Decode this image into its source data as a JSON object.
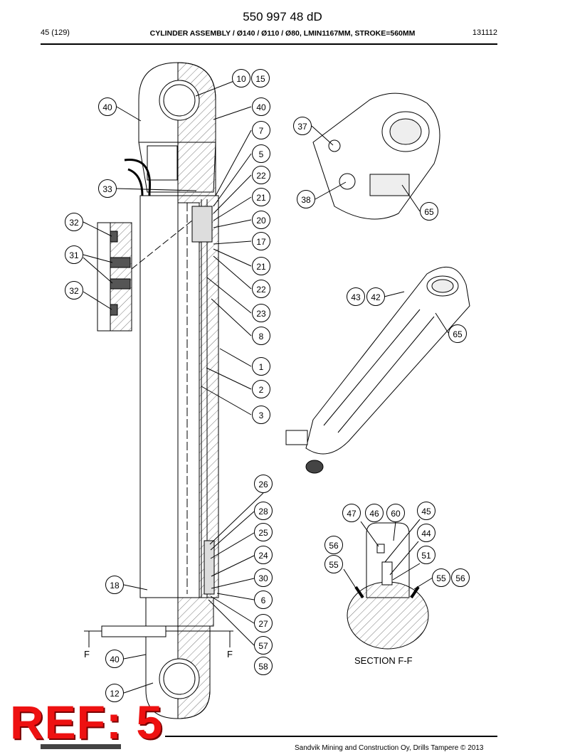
{
  "header": {
    "doc_number": "550 997 48 dD",
    "page": "45 (129)",
    "title": "CYLINDER ASSEMBLY / Ø140 / Ø110 / Ø80, LMIN1167MM, STROKE=560MM",
    "code": "131112"
  },
  "drawing": {
    "section_label": "SECTION F-F",
    "cut_left": "F",
    "cut_right": "F",
    "callouts": [
      "10",
      "15",
      "40",
      "40",
      "7",
      "5",
      "22",
      "21",
      "20",
      "17",
      "21",
      "22",
      "23",
      "8",
      "1",
      "2",
      "3",
      "33",
      "32",
      "31",
      "32",
      "37",
      "38",
      "65",
      "43",
      "42",
      "65",
      "26",
      "28",
      "25",
      "24",
      "30",
      "6",
      "27",
      "57",
      "58",
      "18",
      "40",
      "12",
      "47",
      "46",
      "60",
      "45",
      "44",
      "56",
      "55",
      "51",
      "55",
      "56"
    ]
  },
  "ref_stamp": "REF: 5",
  "footer": {
    "copyright": "Sandvik Mining and Construction Oy, Drills Tampere © 2013"
  }
}
